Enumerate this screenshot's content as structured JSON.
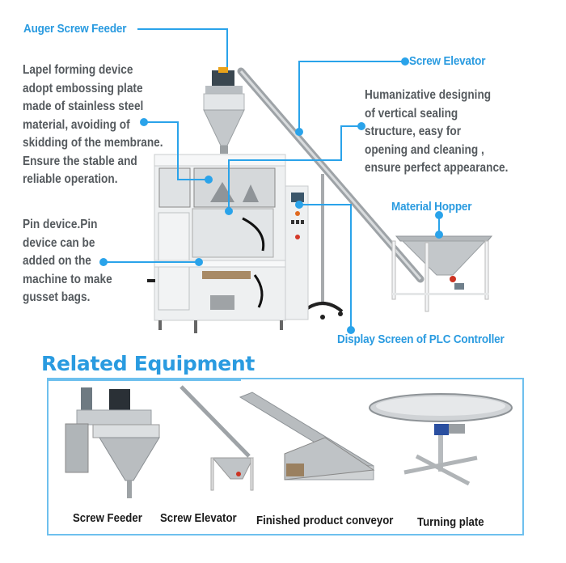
{
  "callouts": {
    "auger_screw_feeder": "Auger Screw Feeder",
    "screw_elevator": "Screw Elevator",
    "material_hopper": "Material Hopper",
    "plc_display": "Display Screen of PLC Controller"
  },
  "descriptions": {
    "lapel_forming": "Lapel forming device\nadopt embossing plate\nmade of stainless steel\nmaterial, avoiding of\nskidding of the membrane.\nEnsure the stable and\nreliable operation.",
    "vertical_sealing": "Humanizative designing\nof vertical sealing\nstructure, easy for\nopening and cleaning ,\nensure perfect appearance.",
    "pin_device": "Pin device.Pin\ndevice can be\nadded on the\nmachine to make\ngusset bags."
  },
  "related": {
    "title": "Related Equipment",
    "items": [
      {
        "label": "Screw Feeder"
      },
      {
        "label": "Screw Elevator"
      },
      {
        "label": "Finished product conveyor"
      },
      {
        "label": "Turning plate"
      }
    ]
  },
  "colors": {
    "accent": "#2a9be0",
    "body_text": "#555a5e",
    "box_border": "#6ec0ee"
  }
}
